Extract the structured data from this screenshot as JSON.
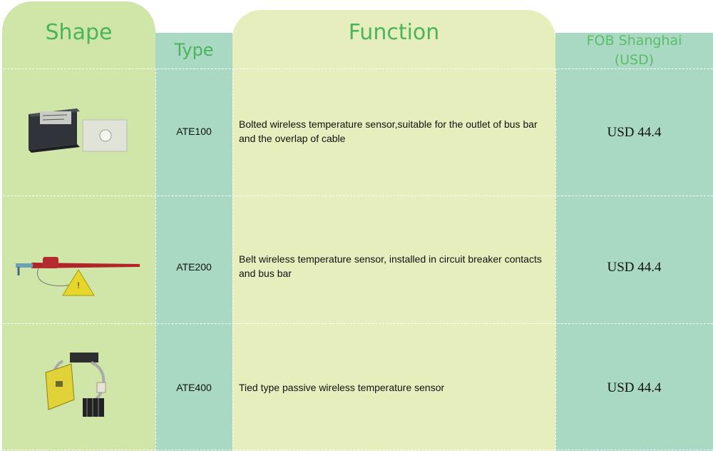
{
  "headers": {
    "shape": "Shape",
    "type": "Type",
    "function": "Function",
    "fob_line1": "FOB Shanghai",
    "fob_line2": "(USD)"
  },
  "rows": [
    {
      "type": "ATE100",
      "function": "Bolted wireless temperature sensor,suitable for the outlet of bus bar and the overlap of cable",
      "price": "USD 44.4",
      "image": "bolted-sensor-image"
    },
    {
      "type": "ATE200",
      "function": "Belt wireless temperature sensor, installed in circuit breaker contacts and bus bar",
      "price": "USD 44.4",
      "image": "belt-sensor-image"
    },
    {
      "type": "ATE400",
      "function": "Tied type passive wireless temperature sensor",
      "price": "USD 44.4",
      "image": "tied-sensor-image"
    }
  ],
  "colors": {
    "shape_column": "#cfe6a8",
    "type_column": "#a9d9c2",
    "function_column": "#e6eebd",
    "fob_column": "#a9d9c2",
    "header_text": "#4ab45a"
  }
}
